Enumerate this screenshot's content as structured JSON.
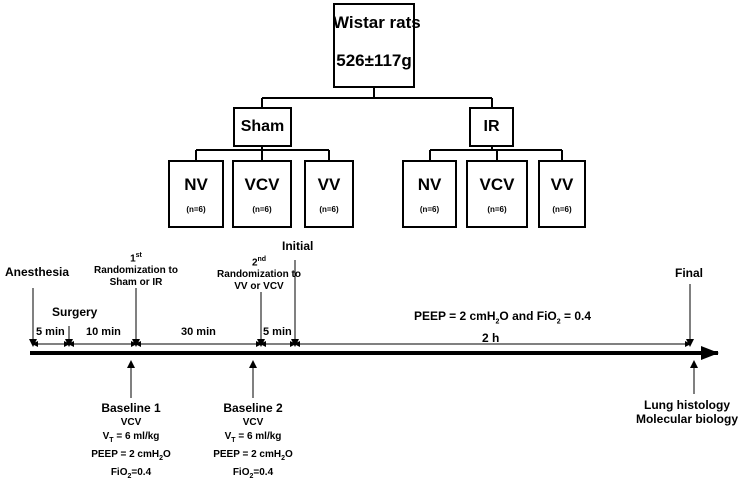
{
  "tree": {
    "root": {
      "line1": "Wistar rats",
      "line2": "526±117g"
    },
    "groups": [
      {
        "name": "Sham",
        "children": [
          {
            "name": "NV",
            "n": "(n=6)"
          },
          {
            "name": "VCV",
            "n": "(n=6)"
          },
          {
            "name": "VV",
            "n": "(n=6)"
          }
        ]
      },
      {
        "name": "IR",
        "children": [
          {
            "name": "NV",
            "n": "(n=6)"
          },
          {
            "name": "VCV",
            "n": "(n=6)"
          },
          {
            "name": "VV",
            "n": "(n=6)"
          }
        ]
      }
    ]
  },
  "timeline": {
    "events": {
      "anesthesia": "Anesthesia",
      "surgery": "Surgery",
      "rand1_ordinal": "1",
      "rand1_sup": "st",
      "rand1_line1": "Randomization to",
      "rand1_line2": "Sham or IR",
      "rand2_ordinal": "2",
      "rand2_sup": "nd",
      "rand2_line1": "Randomization to",
      "rand2_line2": "VV or VCV",
      "initial": "Initial",
      "final": "Final"
    },
    "durations": {
      "d1": "5 min",
      "d2": "10 min",
      "d3": "30 min",
      "d4": "5 min",
      "d5": "2 h"
    },
    "peep_text": {
      "part1": "PEEP = 2 cmH",
      "sub1": "2",
      "part2": "O and FiO",
      "sub2": "2",
      "part3": " = 0.4"
    },
    "baseline1": {
      "title": "Baseline 1",
      "mode": "VCV",
      "vt_a": "V",
      "vt_sub": "T",
      "vt_b": " = 6 ml/kg",
      "peep_a": "PEEP = 2 cmH",
      "peep_sub": "2",
      "peep_b": "O",
      "fio_a": "FiO",
      "fio_sub": "2",
      "fio_b": "=0.4"
    },
    "baseline2": {
      "title": "Baseline 2",
      "mode": "VCV",
      "vt_a": "V",
      "vt_sub": "T",
      "vt_b": " = 6 ml/kg",
      "peep_a": "PEEP = 2 cmH",
      "peep_sub": "2",
      "peep_b": "O",
      "fio_a": "FiO",
      "fio_sub": "2",
      "fio_b": "=0.4"
    },
    "outcomes": {
      "line1": "Lung histology",
      "line2": "Molecular biology"
    }
  }
}
